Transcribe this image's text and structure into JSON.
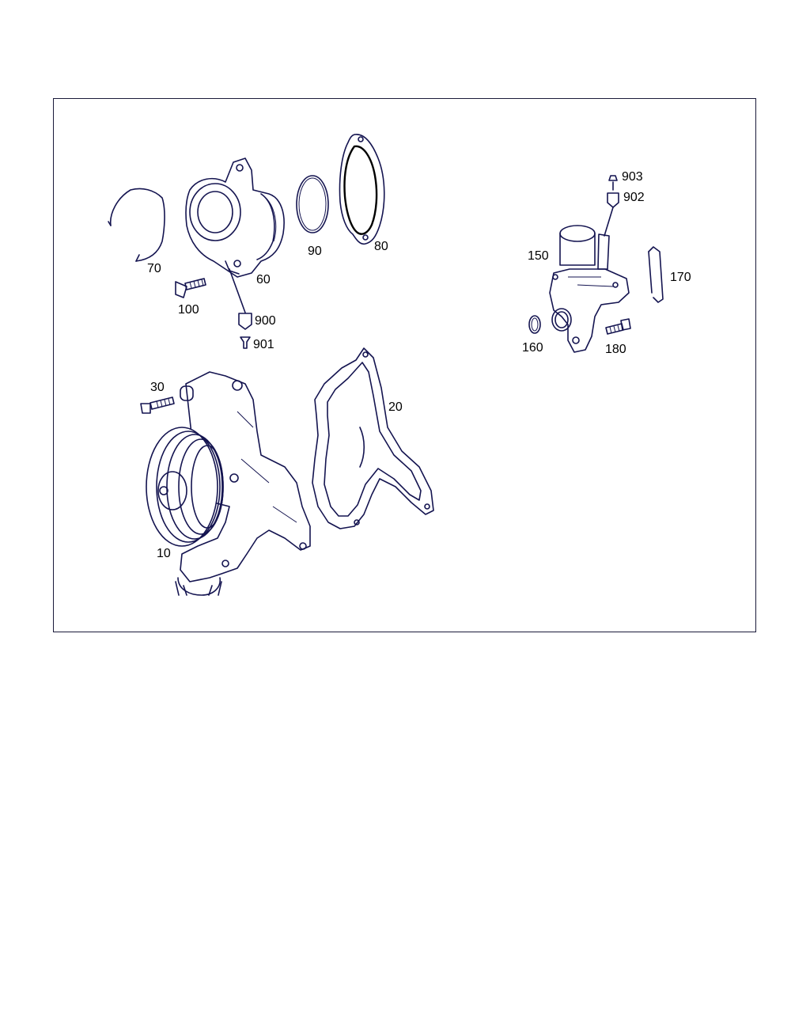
{
  "diagram": {
    "labels": {
      "p10": "10",
      "p20": "20",
      "p30": "30",
      "p60": "60",
      "p70": "70",
      "p80": "80",
      "p90": "90",
      "p100": "100",
      "p150": "150",
      "p160": "160",
      "p170": "170",
      "p180": "180",
      "p900": "900",
      "p901": "901",
      "p902": "902",
      "p903": "903"
    }
  }
}
